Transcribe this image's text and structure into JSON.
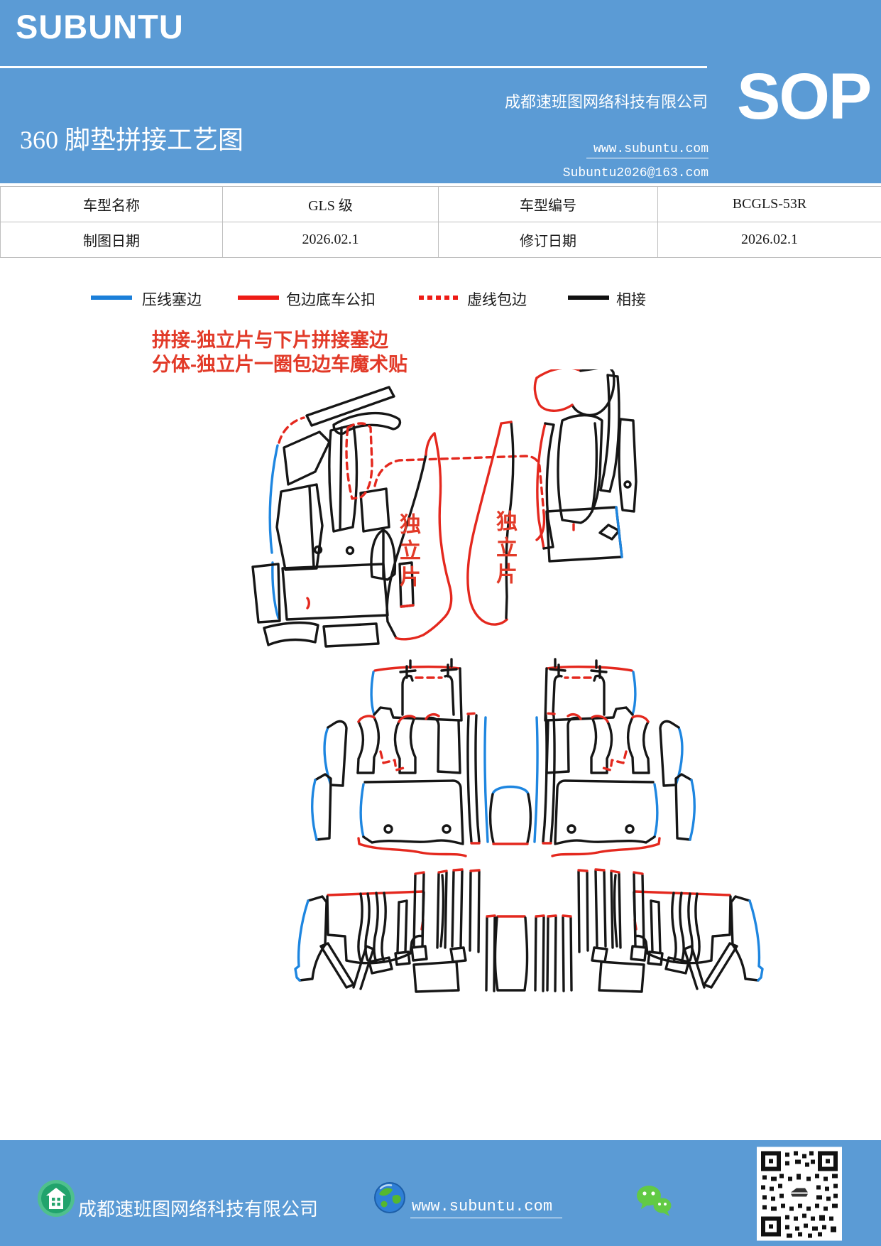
{
  "colors": {
    "header_blue": "#5b9bd5",
    "stroke_black": "#161616",
    "stroke_red": "#e4281e",
    "stroke_blue": "#1e86e0",
    "table_border": "#bfbfbf"
  },
  "header": {
    "logo": "SUBUNTU",
    "doc_type": "SOP",
    "title": "360 脚垫拼接工艺图",
    "company": "成都速班图网络科技有限公司",
    "website": "www.subuntu.com",
    "email": "Subuntu2026@163.com"
  },
  "info_table": {
    "rows": [
      {
        "c0": "车型名称",
        "c1": "GLS 级",
        "c2": "车型编号",
        "c3": "BCGLS-53R"
      },
      {
        "c0": "制图日期",
        "c1": "2026.02.1",
        "c2": "修订日期",
        "c3": "2026.02.1"
      }
    ]
  },
  "legend": {
    "items": [
      {
        "label": "压线塞边",
        "style": "blue-solid"
      },
      {
        "label": "包边底车公扣",
        "style": "red-solid"
      },
      {
        "label": "虚线包边",
        "style": "red-dotted"
      },
      {
        "label": "相接",
        "style": "black-solid"
      }
    ]
  },
  "diagram": {
    "note_line1": "拼接-独立片与下片拼接塞边",
    "note_line2": "分体-独立片一圈包边车魔术贴",
    "independent_piece_left": "独立片",
    "independent_piece_right": "独立片"
  },
  "footer": {
    "company": "成都速班图网络科技有限公司",
    "website": "www.subuntu.com"
  }
}
